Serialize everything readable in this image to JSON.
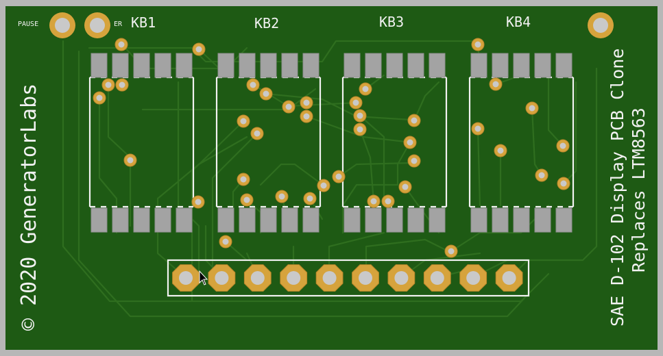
{
  "board": {
    "copyright": "© 2020 GeneratorLabs",
    "title_line1": "SAE D-102 Display PCB Clone",
    "title_line2": "Replaces LTM8563",
    "pause_label": "PAUSE",
    "er_label": "ER"
  },
  "displays": [
    {
      "label": "KB1"
    },
    {
      "label": "KB2"
    },
    {
      "label": "KB3"
    },
    {
      "label": "KB4"
    }
  ],
  "header": {
    "pin_count": 10
  },
  "colors": {
    "board": "#1e5a14",
    "border": "#b7b7b7",
    "trace": "#2f6e1f",
    "silkscreen": "#f2f2f2",
    "pad": "#a3a3a3",
    "copper": "#d6a33c"
  }
}
